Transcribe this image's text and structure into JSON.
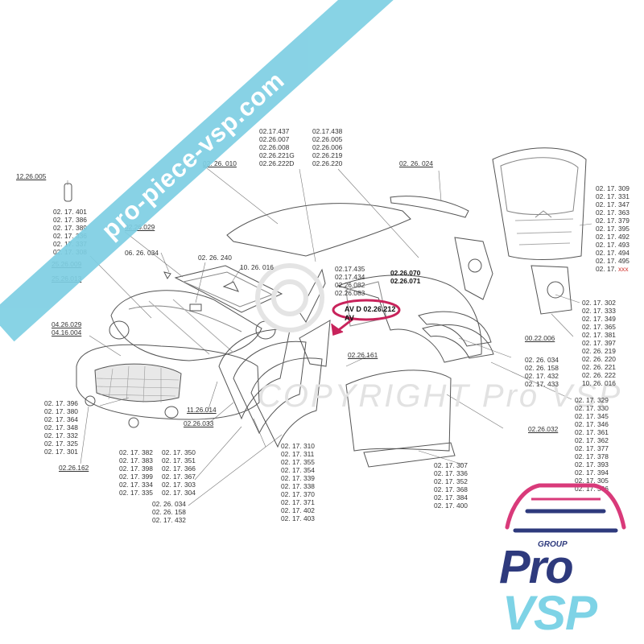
{
  "banner": {
    "text": "pro-piece-vsp.com"
  },
  "watermark": {
    "text": "COPYRIGHT Pro VSP"
  },
  "logo": {
    "group_text": "GROUP",
    "pro_text": "Pro",
    "vsp_text": "VSP",
    "colors": {
      "navy": "#2e3a7d",
      "cyan": "#7ed3e6",
      "pink": "#d93a7a"
    }
  },
  "highlight_color": "#c8235b",
  "labels": {
    "l_122600": [
      "12.26.005"
    ],
    "l_left_stack": [
      "02. 17. 401",
      "02. 17. 386",
      "02. 17. 389",
      "02. 17. 336",
      "02. 17. 337",
      "02. 17. 308"
    ],
    "l_252609": [
      "25.26.009"
    ],
    "l_252613": [
      "25.26.013"
    ],
    "l_222629": [
      "02.26.029"
    ],
    "l_062603": [
      "06. 26. 034"
    ],
    "l_022624": [
      "02. 26. 240"
    ],
    "l_102601": [
      "10. 26. 016"
    ],
    "l_022601": [
      "02. 26. 010"
    ],
    "l_roof_a": [
      "02.17.437",
      "02.26.007",
      "02.26.008",
      "02.26.221G",
      "02.26.222D"
    ],
    "l_roof_b": [
      "02.17.438",
      "02.26.005",
      "02.26.006",
      "02.26.219",
      "02.26.220"
    ],
    "l_spoiler": [
      "02. 26. 024"
    ],
    "l_pillar": [
      "02.17.435",
      "02.17.434",
      "02.26.082",
      "02.26.083"
    ],
    "l_pillar_b": [
      "02.26.070",
      "02.26.071"
    ],
    "l_avd_a": "AV D",
    "l_avd_b": "02.26.212",
    "l_avd_c": "AV",
    "l_042602": [
      "04.26.029",
      "04.16.004"
    ],
    "l_bumper": [
      "02. 17. 396",
      "02. 17. 380",
      "02. 17. 364",
      "02. 17. 348",
      "02. 17. 332",
      "02. 17. 325",
      "02. 17. 301"
    ],
    "l_022616": [
      "02.26.162"
    ],
    "l_112601": [
      "11.26.014"
    ],
    "l_022603": [
      "02.26.033"
    ],
    "l_wheel_a": [
      "02. 17. 382",
      "02. 17. 383",
      "02. 17. 398",
      "02. 17. 399",
      "02. 17. 334",
      "02. 17. 335"
    ],
    "l_wheel_b": [
      "02. 17. 350",
      "02. 17. 351",
      "02. 17. 366",
      "02. 17. 367",
      "02. 17. 303",
      "02. 17. 304"
    ],
    "l_sill": [
      "02. 17. 310",
      "02. 17. 311",
      "02. 17. 355",
      "02. 17. 354",
      "02. 17. 339",
      "02. 17. 338",
      "02. 17. 370",
      "02. 17. 371",
      "02. 17. 402",
      "02. 17. 403"
    ],
    "l_front_arch": [
      "02. 26. 034",
      "02. 26. 158",
      "02. 17. 432"
    ],
    "l_rocker": [
      "02. 17. 307",
      "02. 17. 336",
      "02. 17. 352",
      "02. 17. 368",
      "02. 17. 384",
      "02. 17. 400"
    ],
    "l_door": [
      "02.26.161"
    ],
    "l_rear_arch": [
      "02. 26. 034",
      "02. 26. 158",
      "02. 17. 432",
      "02. 17. 433"
    ],
    "l_022632": [
      "02.26.032"
    ],
    "l_rear_quarter": [
      "02. 17. 329",
      "02. 17. 330",
      "02. 17. 345",
      "02. 17. 346",
      "02. 17. 361",
      "02. 17. 362",
      "02. 17. 377",
      "02. 17. 378",
      "02. 17. 393",
      "02. 17. 394",
      "02. 17. 305",
      "02. 17. 306"
    ],
    "l_tail_right": [
      "02. 17. 302",
      "02. 17. 333",
      "02. 17. 349",
      "02. 17. 365",
      "02. 17. 381",
      "02. 17. 397",
      "02. 26. 219",
      "02. 26. 220",
      "02. 26. 221",
      "02. 26. 222",
      "10. 26. 016"
    ],
    "l_002200": [
      "00.22.006"
    ],
    "l_tailgate_pre": [
      "02. 17. 309",
      "02. 17. 331",
      "02. 17. 347",
      "02. 17. 363",
      "02. 17. 379",
      "02. 17. 395",
      "02. 17. 492",
      "02. 17. 493",
      "02. 17. 494",
      "02. 17. 495"
    ],
    "l_tailgate_last": "02. 17.",
    "l_tailgate_xxx": "xxx"
  }
}
